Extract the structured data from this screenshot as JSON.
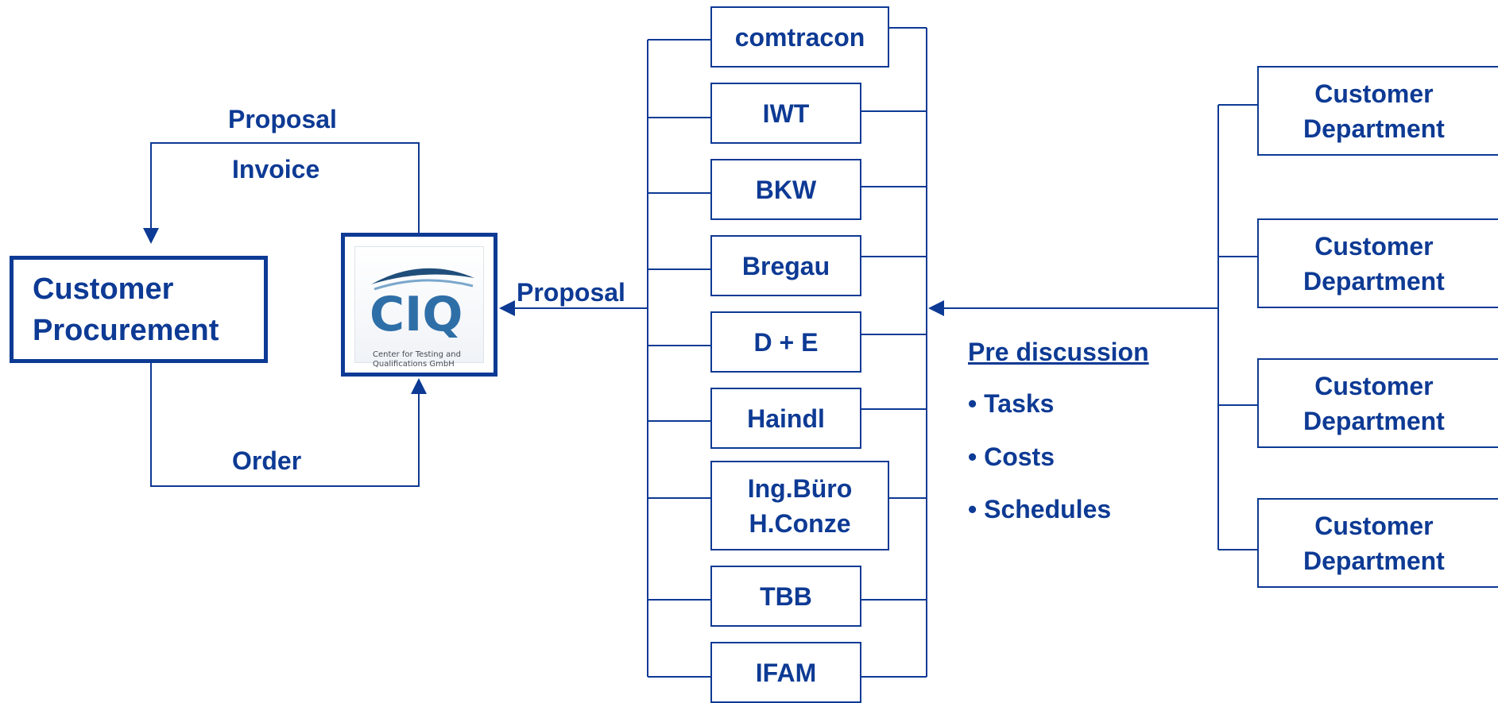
{
  "colors": {
    "primary": "#0d3a94",
    "logo_blue": "#2f6fa8",
    "logo_dark": "#1f4e7a"
  },
  "customer_procurement": {
    "label": "Customer\nProcurement"
  },
  "flow": {
    "proposal_top": "Proposal",
    "invoice": "Invoice",
    "order": "Order",
    "proposal_mid": "Proposal"
  },
  "logo": {
    "mark": "CIQ",
    "tagline": "Center for Testing and\nQualifications  GmbH"
  },
  "partners": [
    {
      "label": "comtracon"
    },
    {
      "label": "IWT"
    },
    {
      "label": "BKW"
    },
    {
      "label": "Bregau"
    },
    {
      "label": "D + E"
    },
    {
      "label": "Haindl"
    },
    {
      "label": "Ing.Büro\nH.Conze"
    },
    {
      "label": "TBB"
    },
    {
      "label": "IFAM"
    }
  ],
  "pre_discussion": {
    "title": "Pre discussion",
    "items": [
      "• Tasks",
      "• Costs",
      "• Schedules"
    ]
  },
  "departments": [
    {
      "label": "Customer\nDepartment"
    },
    {
      "label": "Customer\nDepartment"
    },
    {
      "label": "Customer\nDepartment"
    },
    {
      "label": "Customer\nDepartment"
    }
  ]
}
